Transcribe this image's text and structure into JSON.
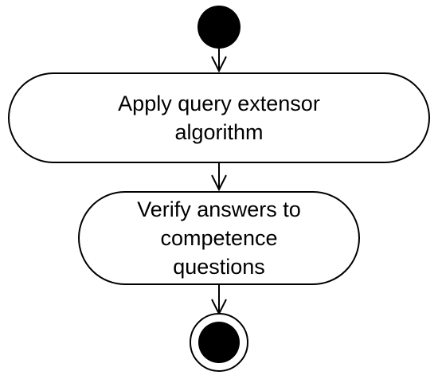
{
  "nodes": {
    "activity_1": {
      "line_1": "Apply query extensor",
      "line_2": "algorithm"
    },
    "activity_2": {
      "line_1": "Verify answers to",
      "line_2": "competence",
      "line_3": "questions"
    }
  },
  "colors": {
    "stroke": "#000000",
    "fill": "#ffffff",
    "node_fill": "#000000"
  }
}
